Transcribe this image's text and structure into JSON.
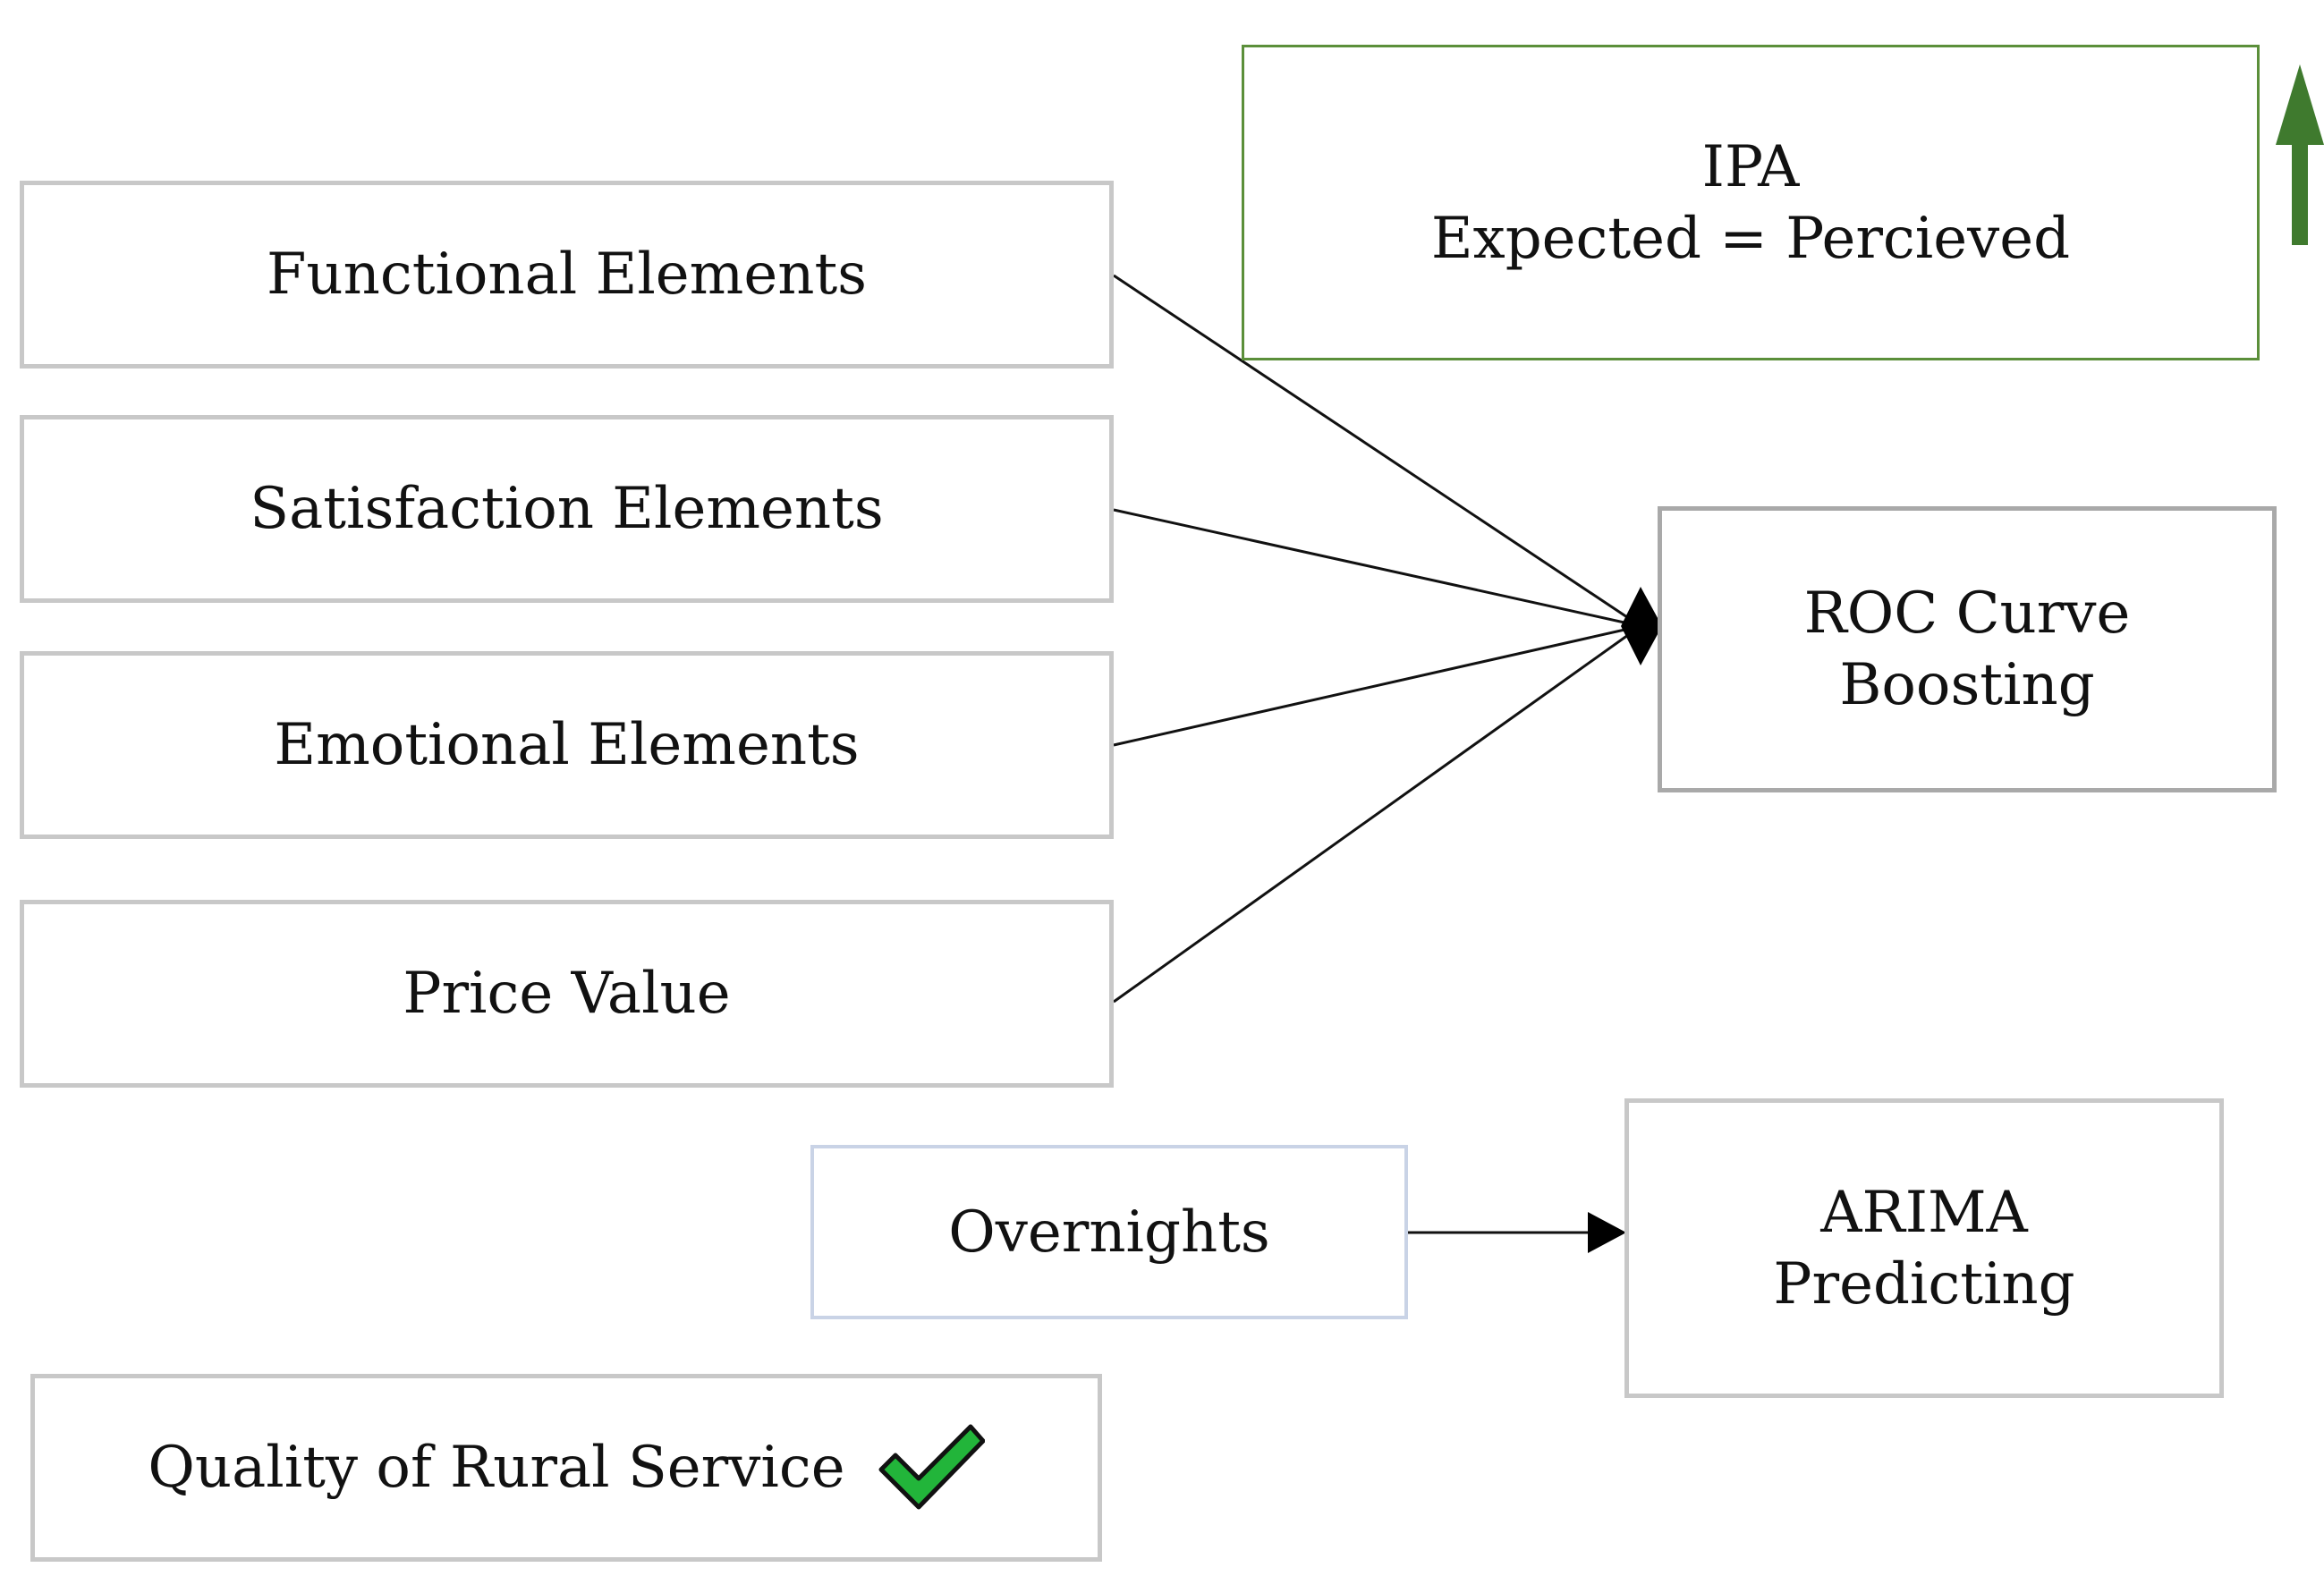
{
  "nodes": {
    "functional": "Functional Elements",
    "satisfaction": "Satisfaction Elements",
    "emotional": "Emotional Elements",
    "price": "Price Value",
    "overnights": "Overnights",
    "quality": "Quality of Rural Service",
    "ipa": {
      "line1": "IPA",
      "line2": "Expected = Percieved"
    },
    "roc": {
      "line1": "ROC Curve",
      "line2": "Boosting"
    },
    "arima": {
      "line1": "ARIMA",
      "line2": "Predicting"
    }
  },
  "icons": {
    "up": "up-arrow-icon",
    "check": "checkmark-icon"
  },
  "colors": {
    "green_border": "#5b8f3a",
    "arrow_green": "#3f7a2e",
    "check_green": "#22b53a",
    "box_border": "#c8c8c8"
  }
}
